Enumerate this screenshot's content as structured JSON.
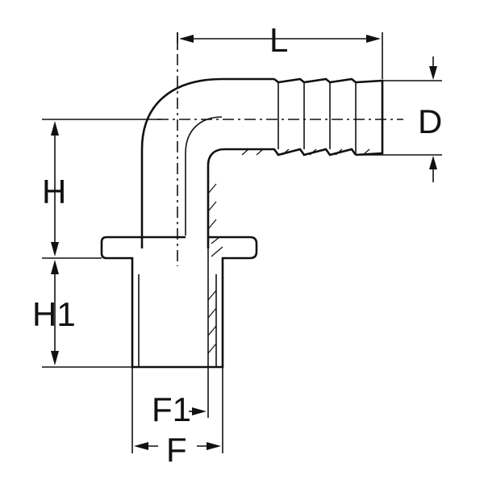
{
  "diagram": {
    "labels": {
      "L": "L",
      "D": "D",
      "H": "H",
      "H1": "H1",
      "F1": "F1",
      "F": "F"
    },
    "line_color": "#111111",
    "background": "#ffffff"
  }
}
